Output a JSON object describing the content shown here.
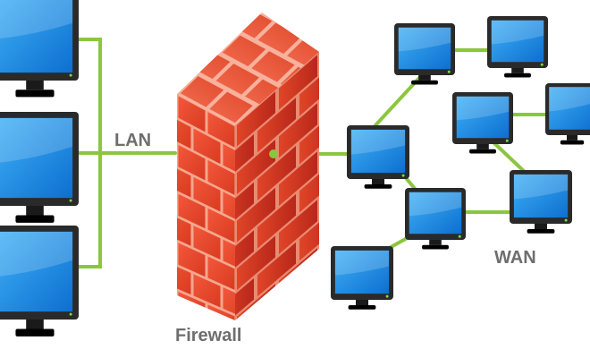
{
  "labels": {
    "lan": "LAN",
    "firewall": "Firewall",
    "wan": "WAN"
  },
  "colors": {
    "link": "#8cc63f",
    "screen": "#1f8fe0",
    "screen_dark": "#0f5fb0",
    "bezel": "#2a2a2a",
    "stand": "#1a1a1a",
    "brick": "#e8432a",
    "brick_side": "#c22c18",
    "mortar": "#f7a98f",
    "label_text": "#6e6e6e"
  },
  "lan_nodes": [
    "lan-monitor-1",
    "lan-monitor-2",
    "lan-monitor-3"
  ],
  "wan_nodes": [
    "wan-monitor-1",
    "wan-monitor-2",
    "wan-monitor-3",
    "wan-monitor-4",
    "wan-monitor-5",
    "wan-monitor-6",
    "wan-monitor-7",
    "wan-monitor-8"
  ]
}
